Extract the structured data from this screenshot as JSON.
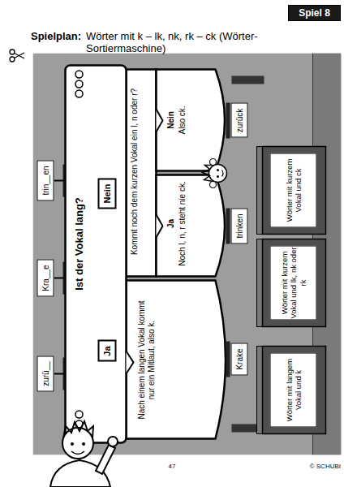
{
  "diagram": {
    "title": "Wörter mit k – lk, nk, rk – ck (Wörter-Sortiermaschine)",
    "nodes": [
      {
        "text": [
          "Spiel 8"
        ]
      },
      {
        "text": [
          "zurü__"
        ]
      },
      {
        "text": [
          "Kra__e"
        ]
      },
      {
        "text": [
          "trin__en"
        ]
      },
      {
        "text": [
          "Ja"
        ]
      },
      {
        "text": [
          "Nein"
        ]
      },
      {
        "text": [
          "Krake"
        ]
      },
      {
        "text": [
          "trinken"
        ]
      },
      {
        "text": [
          "zurück"
        ]
      },
      {
        "text": [
          "Wörter mit langem Vokal und k"
        ]
      },
      {
        "text": [
          "Wörter mit kurzem Vokal und lk, nk oder rk"
        ]
      },
      {
        "text": [
          "Wörter mit kurzem Vokal und ck"
        ]
      }
    ],
    "labels": [
      "Spielplan:",
      "Ist der Vokal lang?",
      "Nach einem langen Vokal kommt nur ein Mitlaut, also k.",
      "Kommt noch dem kurzen Vokal ein l, n oder r?",
      "Ja",
      "Noch l, n, r steht nie ck.",
      "Nein",
      "Also ck.",
      "47",
      "© SCHUBI"
    ]
  }
}
